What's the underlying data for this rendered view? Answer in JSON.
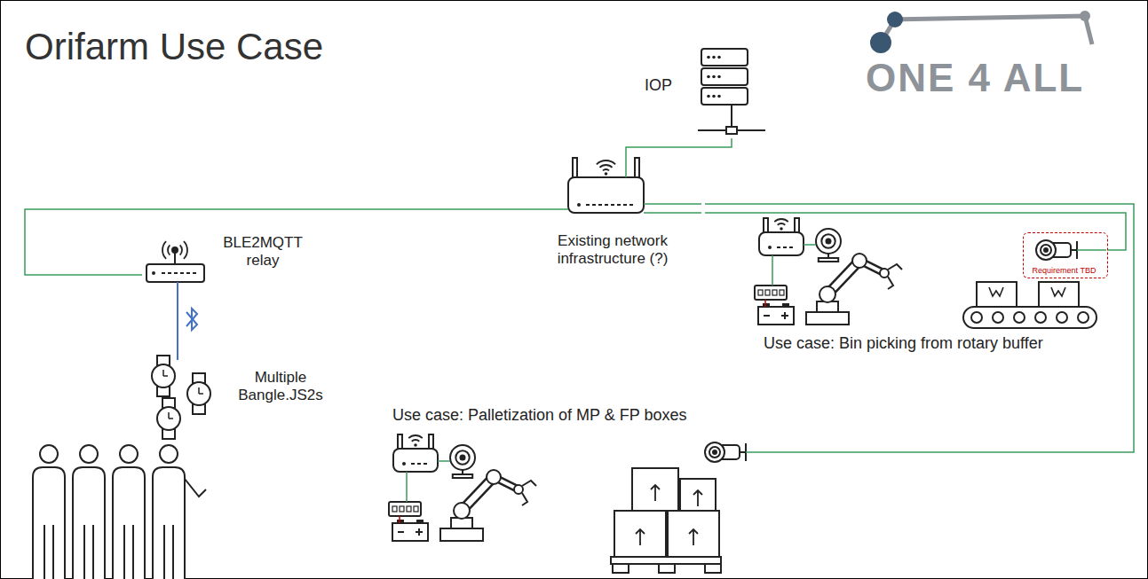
{
  "diagram": {
    "title": "Orifarm Use Case",
    "nodes": [
      {
        "text": [
          "IOP"
        ]
      },
      {
        "text": [
          "Existing network infrastructure (?)"
        ]
      },
      {
        "text": [
          "BLE2MQTT relay"
        ]
      },
      {
        "text": [
          "Multiple Bangle.JS2s"
        ]
      },
      {
        "text": [
          "Requirement TBD"
        ]
      },
      {
        "text": [
          "Use case: Bin picking from rotary buffer"
        ]
      },
      {
        "text": [
          "Use case: Palletization of MP & FP boxes"
        ]
      }
    ],
    "edges": [
      {
        "from": 0,
        "to": 1,
        "arrow": "none"
      },
      {
        "from": 1,
        "to": 2,
        "arrow": "none"
      },
      {
        "from": 2,
        "to": 3,
        "arrow": "none"
      },
      {
        "from": 1,
        "to": 4,
        "arrow": "none"
      },
      {
        "from": 1,
        "to": 6,
        "arrow": "none"
      }
    ],
    "labels": [
      "ONE 4 ALL"
    ]
  }
}
